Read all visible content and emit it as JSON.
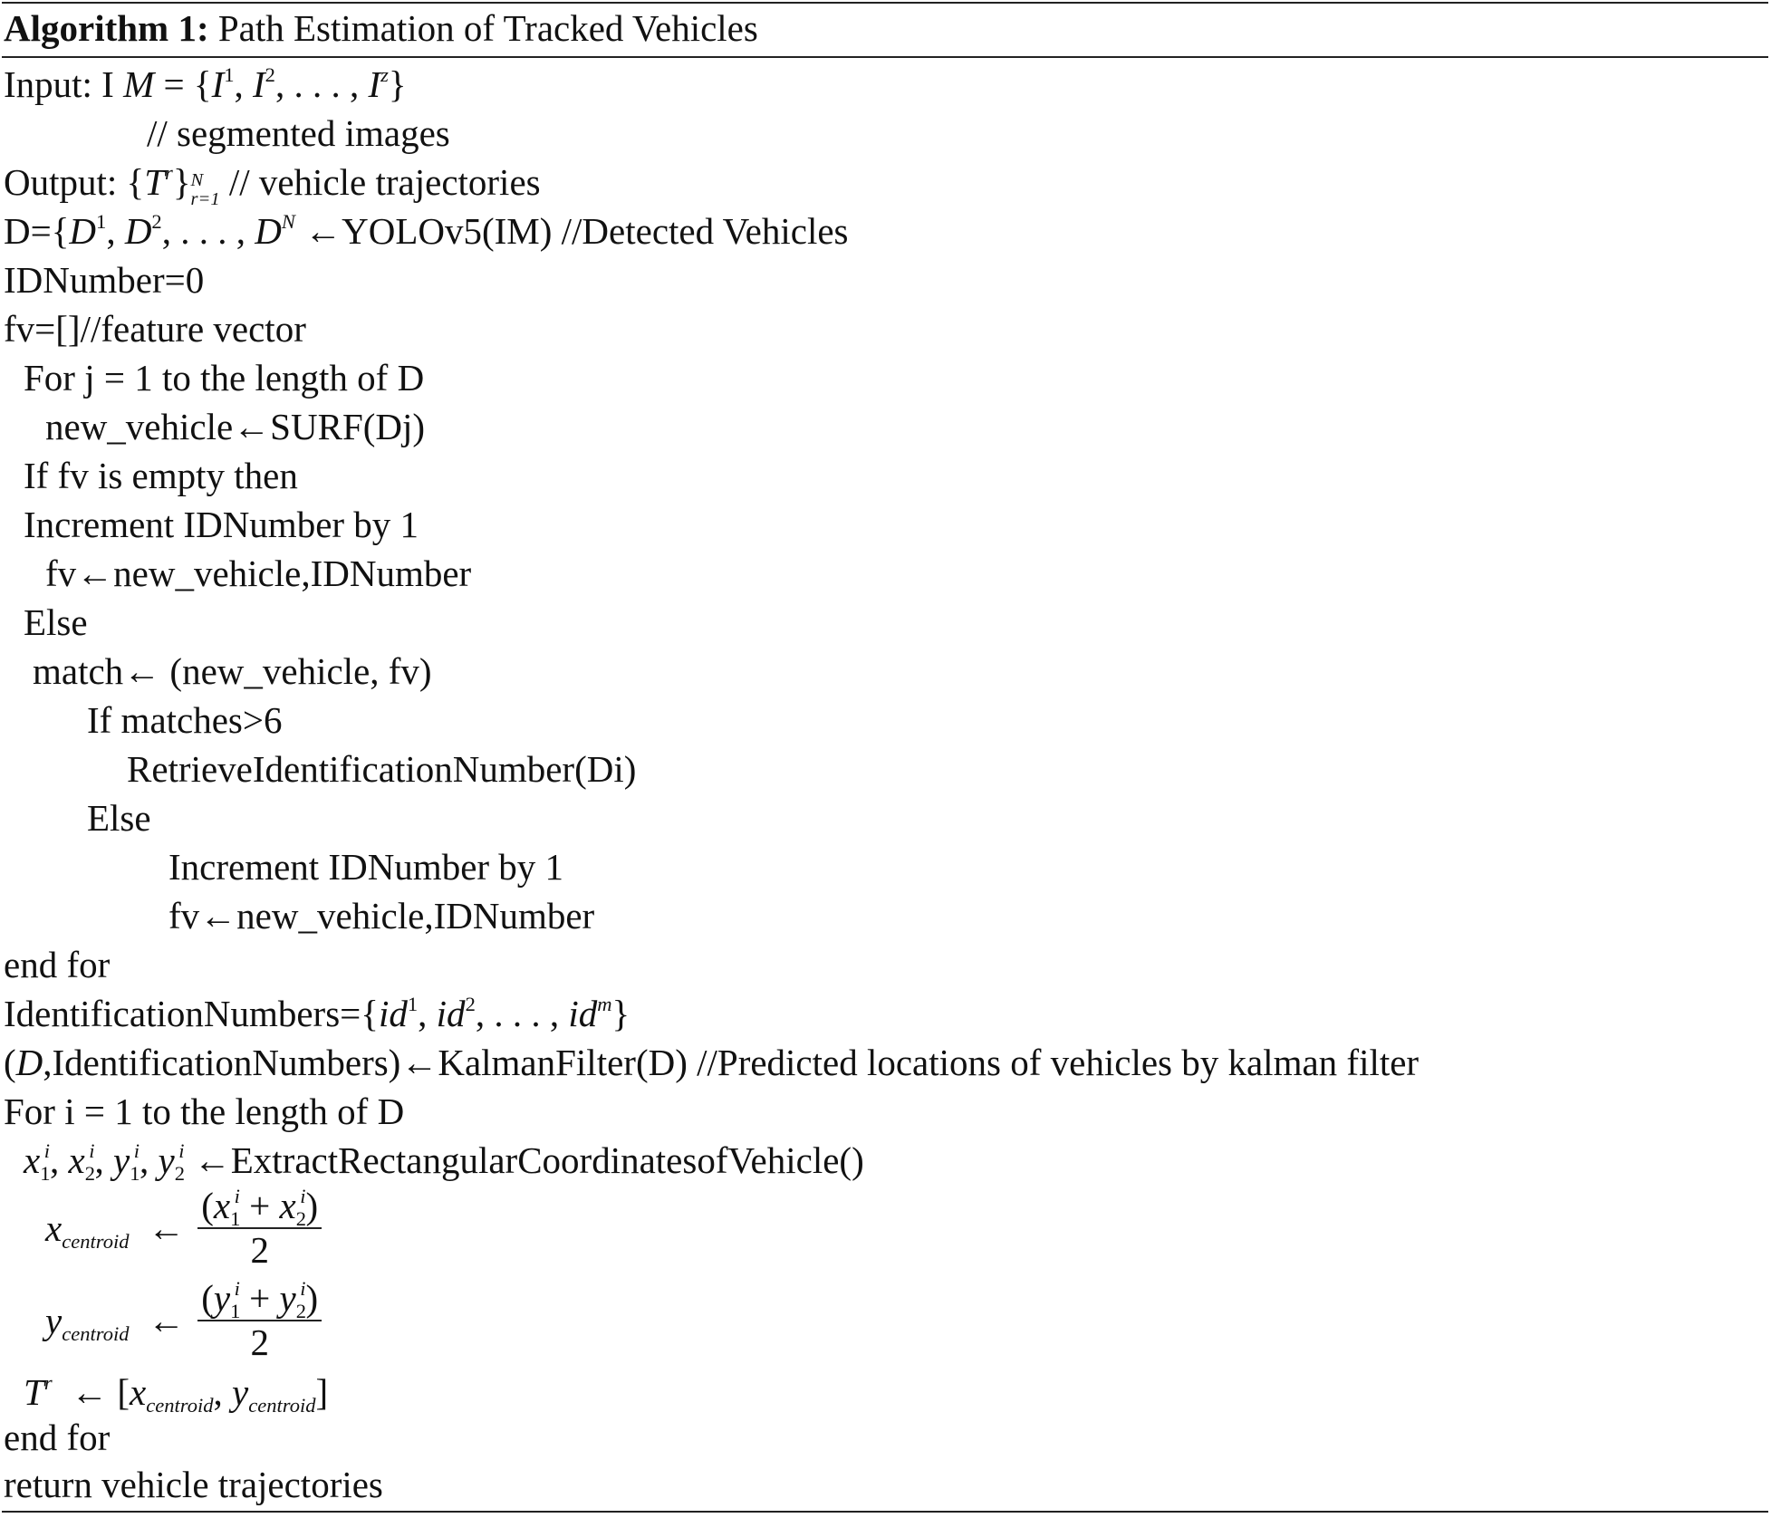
{
  "algorithm": {
    "title_bold": "Algorithm 1:",
    "title_text": " Path Estimation of Tracked Vehicles",
    "lines": {
      "input_label": "Input: I ",
      "input_comment": "// segmented images",
      "output_label": "Output: ",
      "output_comment": "  // vehicle trajectories",
      "detect_prefix": "D={",
      "detect_suffix": " ←YOLOv5(IM) //Detected Vehicles",
      "idnumber_init": "IDNumber=0",
      "fv_init": "fv=[]//feature vector",
      "for_j": "For j = 1 to the length of D",
      "new_vehicle": "new_vehicle←SURF(Dj)",
      "if_empty": "If  fv is empty then",
      "increment_1": "Increment IDNumber by 1",
      "fv_assign_1": "fv←new_vehicle,IDNumber",
      "else_1": "Else",
      "match": "match← (new_vehicle, fv)",
      "if_matches": "If matches>6",
      "retrieve": "RetrieveIdentificationNumber(Di)",
      "else_2": "Else",
      "increment_2": "Increment IDNumber by 1",
      "fv_assign_2": "fv←new_vehicle,IDNumber",
      "end_for_1": "end for",
      "ident_prefix": "IdentificationNumbers={",
      "kalman_suffix": ",IdentificationNumbers)←KalmanFilter(D) //Predicted locations of vehicles by kalman filter",
      "for_i": "For i = 1 to the length of D",
      "extract_suffix": " ←ExtractRectangularCoordinatesofVehicle()",
      "end_for_2": "end for",
      "return": "return vehicle trajectories"
    }
  }
}
